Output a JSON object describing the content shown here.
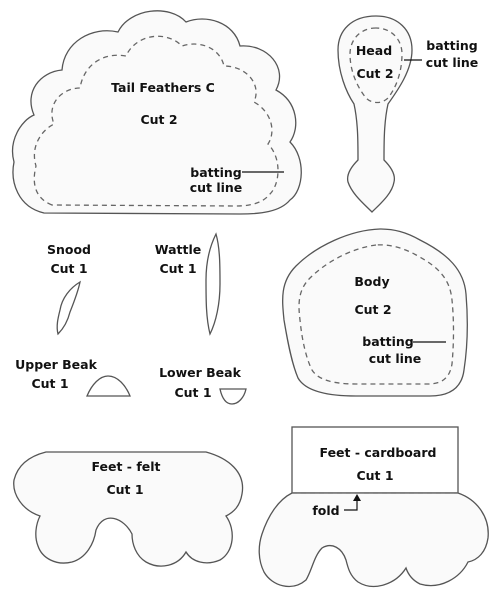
{
  "pieces": {
    "tail": {
      "name": "Tail Feathers C",
      "cut": "Cut 2",
      "batting_line1": "batting",
      "batting_line2": "cut line"
    },
    "head": {
      "name": "Head",
      "cut": "Cut 2",
      "batting_line1": "batting",
      "batting_line2": "cut line"
    },
    "snood": {
      "name": "Snood",
      "cut": "Cut 1"
    },
    "wattle": {
      "name": "Wattle",
      "cut": "Cut 1"
    },
    "body": {
      "name": "Body",
      "cut": "Cut 2",
      "batting_line1": "batting",
      "batting_line2": "cut line"
    },
    "upper_beak": {
      "name": "Upper Beak",
      "cut": "Cut 1"
    },
    "lower_beak": {
      "name": "Lower Beak",
      "cut": "Cut 1"
    },
    "feet_felt": {
      "name": "Feet - felt",
      "cut": "Cut 1"
    },
    "feet_cardboard": {
      "name": "Feet - cardboard",
      "cut": "Cut 1",
      "fold_label": "fold"
    }
  }
}
